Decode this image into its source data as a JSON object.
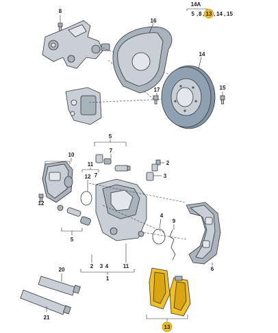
{
  "parts": {
    "p2": "2",
    "p3": "3",
    "p4": "4",
    "p5": "5",
    "p6": "6",
    "p7": "7",
    "p8": "8",
    "p9": "9",
    "p10": "10",
    "p11": "11",
    "p12": "12",
    "p13": "13",
    "p14": "14",
    "p15": "15",
    "p16": "16",
    "p17": "17",
    "p20": "20",
    "p21": "21"
  },
  "group_14a": {
    "label": "14A",
    "items": [
      "5",
      "8",
      "13",
      "14",
      "15"
    ],
    "highlighted": "13"
  },
  "group_5_top": [
    "7",
    "5"
  ],
  "group_11": [
    "11",
    "7"
  ],
  "group_2_3_4": [
    "2",
    "3",
    "4",
    "11"
  ],
  "highlight_color": "#f0c02a"
}
